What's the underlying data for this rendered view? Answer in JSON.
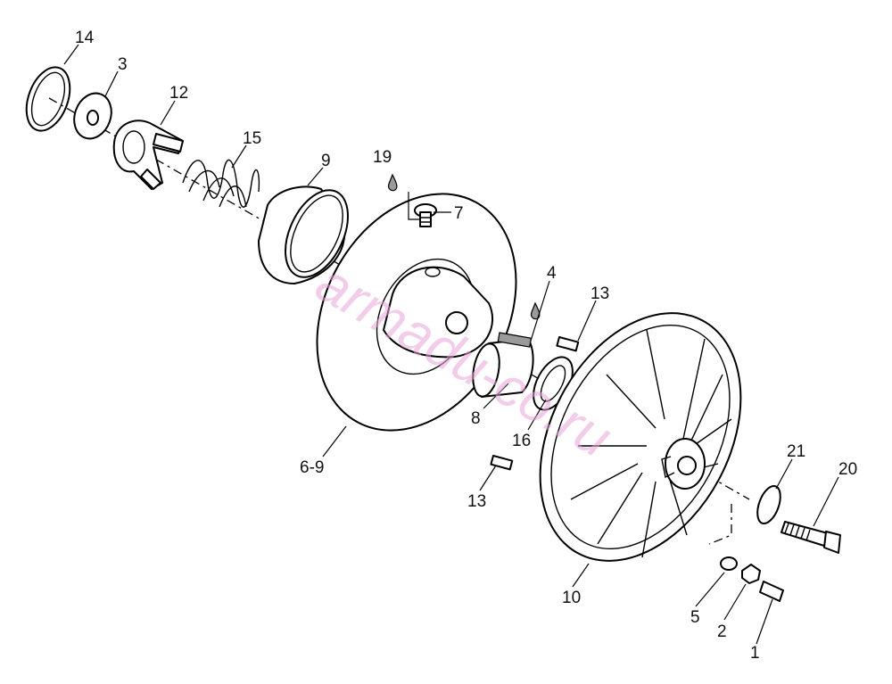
{
  "watermark": "armadu-co.ru",
  "colors": {
    "line": "#000000",
    "watermark": "#e8a4d8",
    "background": "#ffffff"
  },
  "parts": [
    {
      "id": "part-14",
      "label": "14"
    },
    {
      "id": "part-3",
      "label": "3"
    },
    {
      "id": "part-12",
      "label": "12"
    },
    {
      "id": "part-15",
      "label": "15"
    },
    {
      "id": "part-9",
      "label": "9"
    },
    {
      "id": "part-19",
      "label": "19"
    },
    {
      "id": "part-7",
      "label": "7"
    },
    {
      "id": "part-4",
      "label": "4"
    },
    {
      "id": "part-13-top",
      "label": "13"
    },
    {
      "id": "part-8",
      "label": "8"
    },
    {
      "id": "part-16",
      "label": "16"
    },
    {
      "id": "part-6-9",
      "label": "6-9"
    },
    {
      "id": "part-13-bottom",
      "label": "13"
    },
    {
      "id": "part-21",
      "label": "21"
    },
    {
      "id": "part-20",
      "label": "20"
    },
    {
      "id": "part-10",
      "label": "10"
    },
    {
      "id": "part-5",
      "label": "5"
    },
    {
      "id": "part-2",
      "label": "2"
    },
    {
      "id": "part-1",
      "label": "1"
    }
  ],
  "icons": {
    "grease": "oil-drop-icon"
  }
}
